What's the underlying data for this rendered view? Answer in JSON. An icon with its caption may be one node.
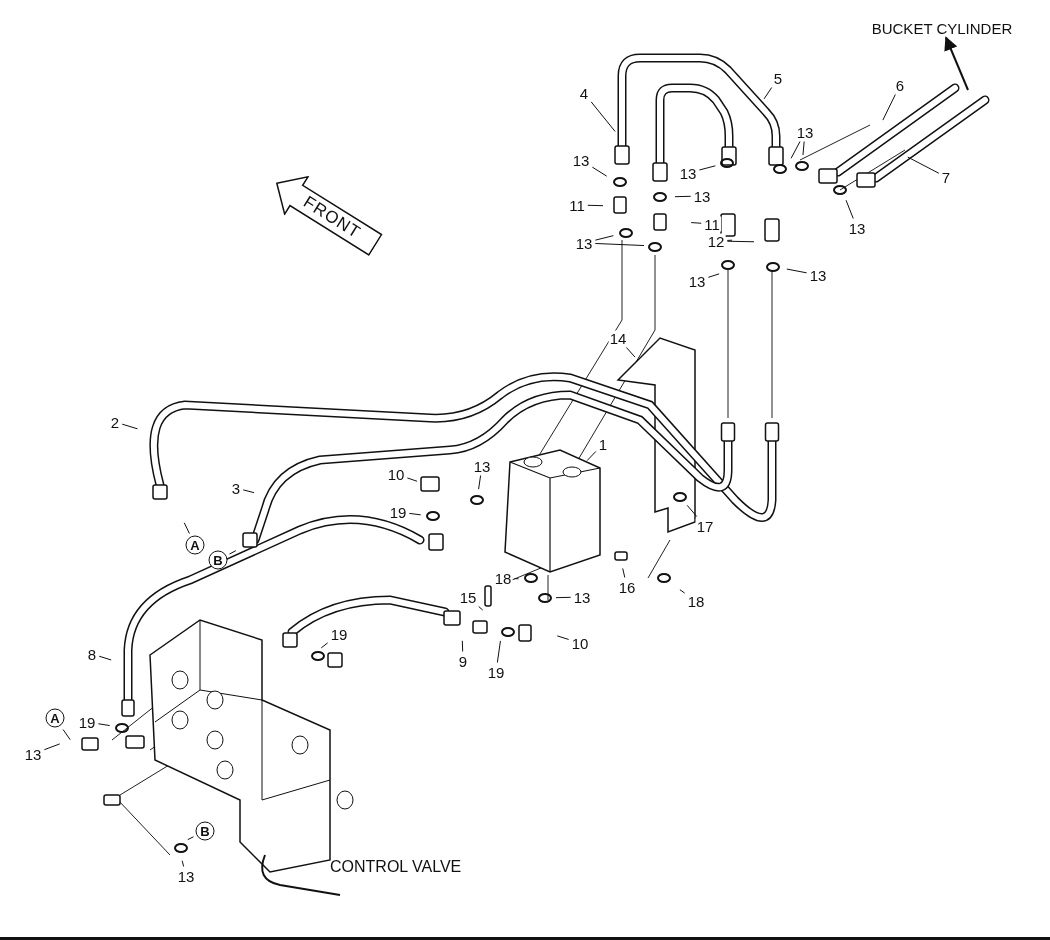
{
  "diagram": {
    "nodes": [
      {
        "text": [
          "BUCKET CYLINDER"
        ]
      },
      {
        "text": [
          "4"
        ]
      },
      {
        "text": [
          "5"
        ]
      },
      {
        "text": [
          "6"
        ]
      },
      {
        "text": [
          "13"
        ]
      },
      {
        "text": [
          "13"
        ]
      },
      {
        "text": [
          "13"
        ]
      },
      {
        "text": [
          "7"
        ]
      },
      {
        "text": [
          "13"
        ]
      },
      {
        "text": [
          "11"
        ]
      },
      {
        "text": [
          "FRONT"
        ]
      },
      {
        "text": [
          "11"
        ]
      },
      {
        "text": [
          "13"
        ]
      },
      {
        "text": [
          "13"
        ]
      },
      {
        "text": [
          "12"
        ]
      },
      {
        "text": [
          "13"
        ]
      },
      {
        "text": [
          "13"
        ]
      },
      {
        "text": [
          "14"
        ]
      },
      {
        "text": [
          "2"
        ]
      },
      {
        "text": [
          "1"
        ]
      },
      {
        "text": [
          "13"
        ]
      },
      {
        "text": [
          "10"
        ]
      },
      {
        "text": [
          "3"
        ]
      },
      {
        "text": [
          "19"
        ]
      },
      {
        "text": [
          "17"
        ]
      },
      {
        "text": [
          "A"
        ]
      },
      {
        "text": [
          "B"
        ]
      },
      {
        "text": [
          "18"
        ]
      },
      {
        "text": [
          "16"
        ]
      },
      {
        "text": [
          "15"
        ]
      },
      {
        "text": [
          "13"
        ]
      },
      {
        "text": [
          "18"
        ]
      },
      {
        "text": [
          "19"
        ]
      },
      {
        "text": [
          "10"
        ]
      },
      {
        "text": [
          "8"
        ]
      },
      {
        "text": [
          "9"
        ]
      },
      {
        "text": [
          "19"
        ]
      },
      {
        "text": [
          "A"
        ]
      },
      {
        "text": [
          "19"
        ]
      },
      {
        "text": [
          "13"
        ]
      },
      {
        "text": [
          "B"
        ]
      },
      {
        "text": [
          "13"
        ]
      }
    ],
    "edges": [
      {
        "from": null,
        "to": 0,
        "arrow": "to"
      },
      {
        "from": 1,
        "to": null,
        "arrow": "none"
      },
      {
        "from": 2,
        "to": null,
        "arrow": "none"
      },
      {
        "from": 3,
        "to": null,
        "arrow": "none"
      },
      {
        "from": 4,
        "to": null,
        "arrow": "none"
      },
      {
        "from": 5,
        "to": null,
        "arrow": "none"
      },
      {
        "from": 5,
        "to": null,
        "arrow": "none"
      },
      {
        "from": 6,
        "to": null,
        "arrow": "none"
      },
      {
        "from": 7,
        "to": null,
        "arrow": "none"
      },
      {
        "from": 8,
        "to": null,
        "arrow": "none"
      },
      {
        "from": 9,
        "to": null,
        "arrow": "none"
      },
      {
        "from": 11,
        "to": null,
        "arrow": "none"
      },
      {
        "from": 12,
        "to": null,
        "arrow": "none"
      },
      {
        "from": 13,
        "to": null,
        "arrow": "none"
      },
      {
        "from": 13,
        "to": null,
        "arrow": "none"
      },
      {
        "from": 14,
        "to": null,
        "arrow": "none"
      },
      {
        "from": 14,
        "to": null,
        "arrow": "none"
      },
      {
        "from": 15,
        "to": null,
        "arrow": "none"
      },
      {
        "from": 16,
        "to": null,
        "arrow": "none"
      },
      {
        "from": 17,
        "to": null,
        "arrow": "none"
      },
      {
        "from": 18,
        "to": null,
        "arrow": "none"
      },
      {
        "from": 19,
        "to": null,
        "arrow": "none"
      },
      {
        "from": 20,
        "to": null,
        "arrow": "none"
      },
      {
        "from": 21,
        "to": null,
        "arrow": "none"
      },
      {
        "from": 22,
        "to": null,
        "arrow": "none"
      },
      {
        "from": 23,
        "to": null,
        "arrow": "none"
      },
      {
        "from": 24,
        "to": null,
        "arrow": "none"
      },
      {
        "from": 25,
        "to": null,
        "arrow": "none"
      },
      {
        "from": 26,
        "to": null,
        "arrow": "none"
      },
      {
        "from": 27,
        "to": null,
        "arrow": "none"
      },
      {
        "from": 28,
        "to": null,
        "arrow": "none"
      },
      {
        "from": 29,
        "to": null,
        "arrow": "none"
      },
      {
        "from": 30,
        "to": null,
        "arrow": "none"
      },
      {
        "from": 31,
        "to": null,
        "arrow": "none"
      },
      {
        "from": 32,
        "to": null,
        "arrow": "none"
      },
      {
        "from": 33,
        "to": null,
        "arrow": "none"
      },
      {
        "from": 34,
        "to": null,
        "arrow": "none"
      },
      {
        "from": 35,
        "to": null,
        "arrow": "none"
      },
      {
        "from": 36,
        "to": null,
        "arrow": "none"
      },
      {
        "from": 37,
        "to": null,
        "arrow": "none"
      },
      {
        "from": 38,
        "to": null,
        "arrow": "none"
      },
      {
        "from": 39,
        "to": null,
        "arrow": "none"
      },
      {
        "from": 40,
        "to": null,
        "arrow": "none"
      },
      {
        "from": 41,
        "to": null,
        "arrow": "none"
      }
    ],
    "labels": [
      "CONTROL VALVE"
    ]
  }
}
